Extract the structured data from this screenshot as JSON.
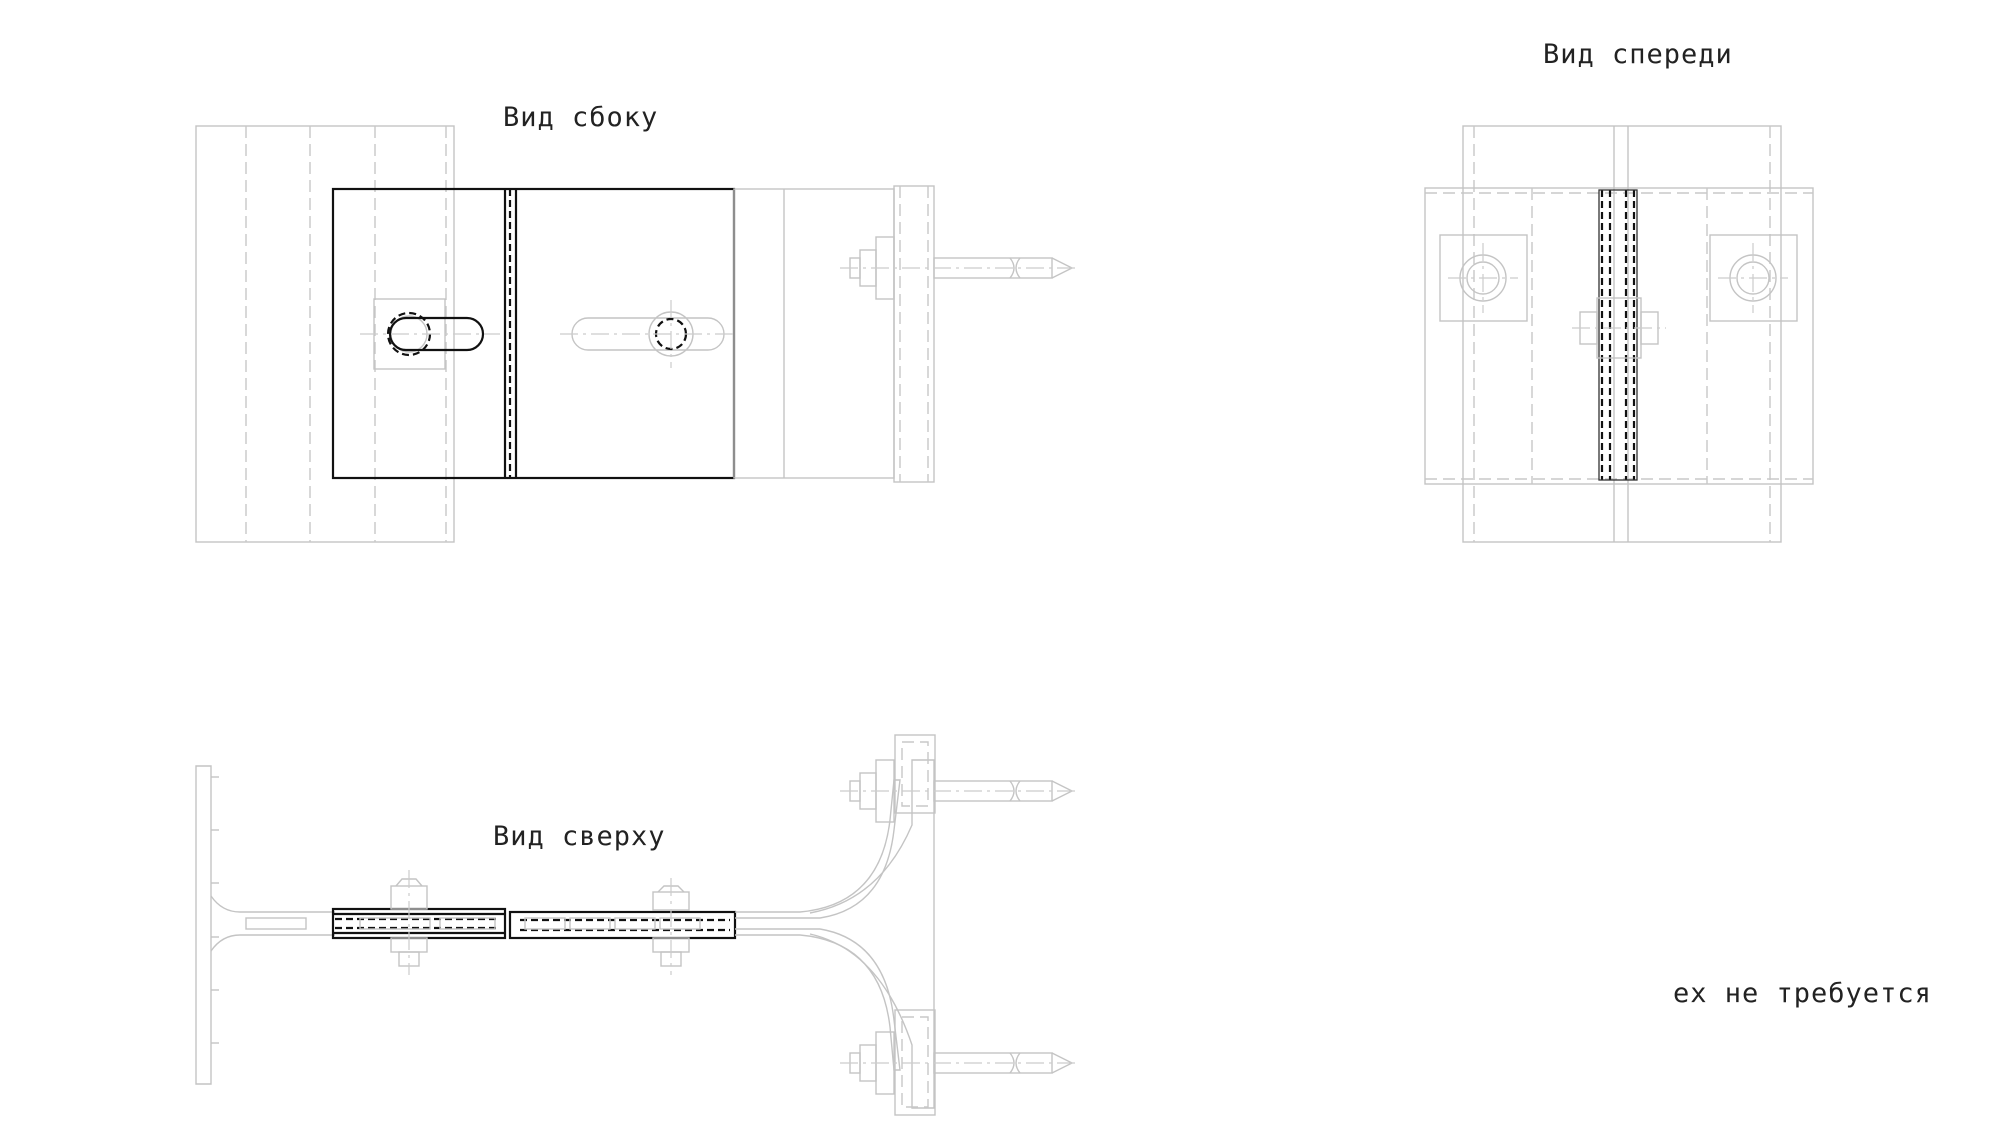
{
  "views": {
    "side": {
      "title": "Вид сбоку"
    },
    "front": {
      "title": "Вид спереди"
    },
    "top": {
      "title": "Вид сверху"
    }
  },
  "notes": {
    "note1": "ех не требуется"
  },
  "colors": {
    "background": "#ffffff",
    "dark_line": "#111111",
    "light_line": "#c4c4c4",
    "text": "#222222"
  }
}
